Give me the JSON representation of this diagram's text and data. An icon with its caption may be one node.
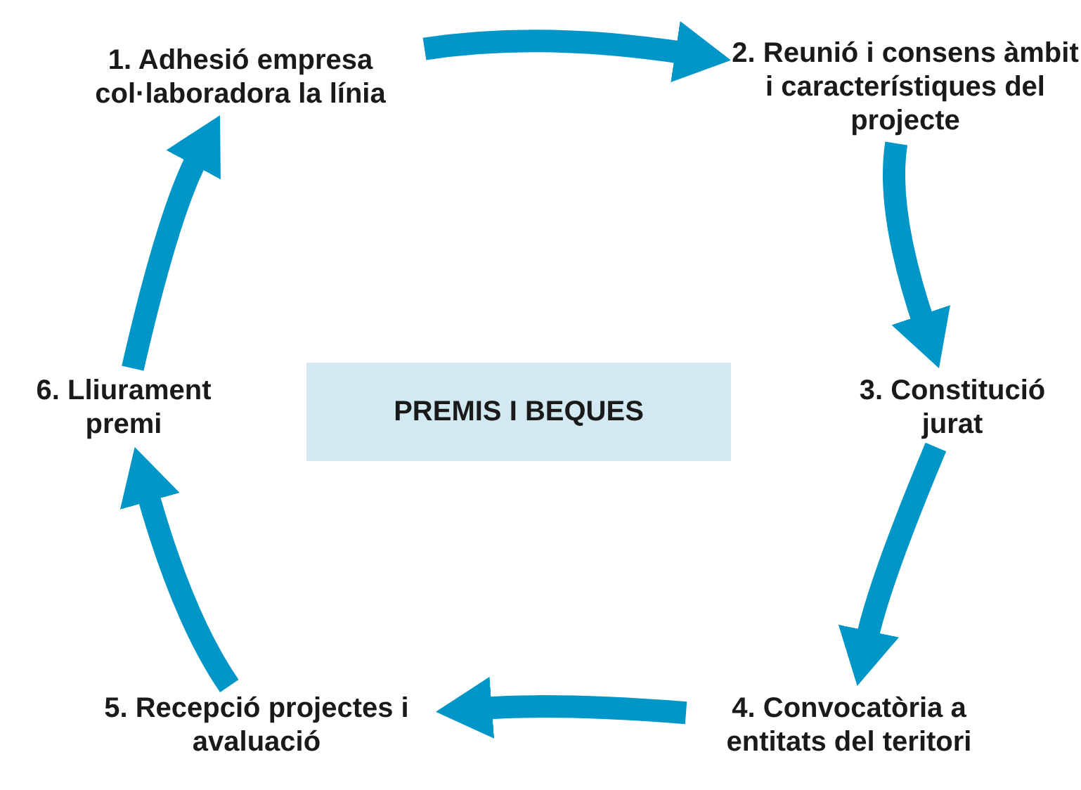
{
  "diagram": {
    "nodes": [
      {
        "text": [
          "1. Adhesió empresa col·laboradora la línia"
        ]
      },
      {
        "text": [
          "2. Reunió i consens àmbit i característiques del projecte"
        ]
      },
      {
        "text": [
          "3. Constitució jurat"
        ]
      },
      {
        "text": [
          "4. Convocatòria a entitats del teritori"
        ]
      },
      {
        "text": [
          "5. Recepció projectes i avaluació"
        ]
      },
      {
        "text": [
          "6. Lliurament premi"
        ]
      },
      {
        "text": [
          "PREMIS I BEQUES"
        ]
      }
    ],
    "edges": [
      {
        "from": 0,
        "to": 1,
        "arrow": "to"
      },
      {
        "from": 1,
        "to": 2,
        "arrow": "to"
      },
      {
        "from": 2,
        "to": 3,
        "arrow": "to"
      },
      {
        "from": 3,
        "to": 4,
        "arrow": "to"
      },
      {
        "from": 4,
        "to": 5,
        "arrow": "to"
      },
      {
        "from": 5,
        "to": 0,
        "arrow": "to"
      }
    ]
  }
}
